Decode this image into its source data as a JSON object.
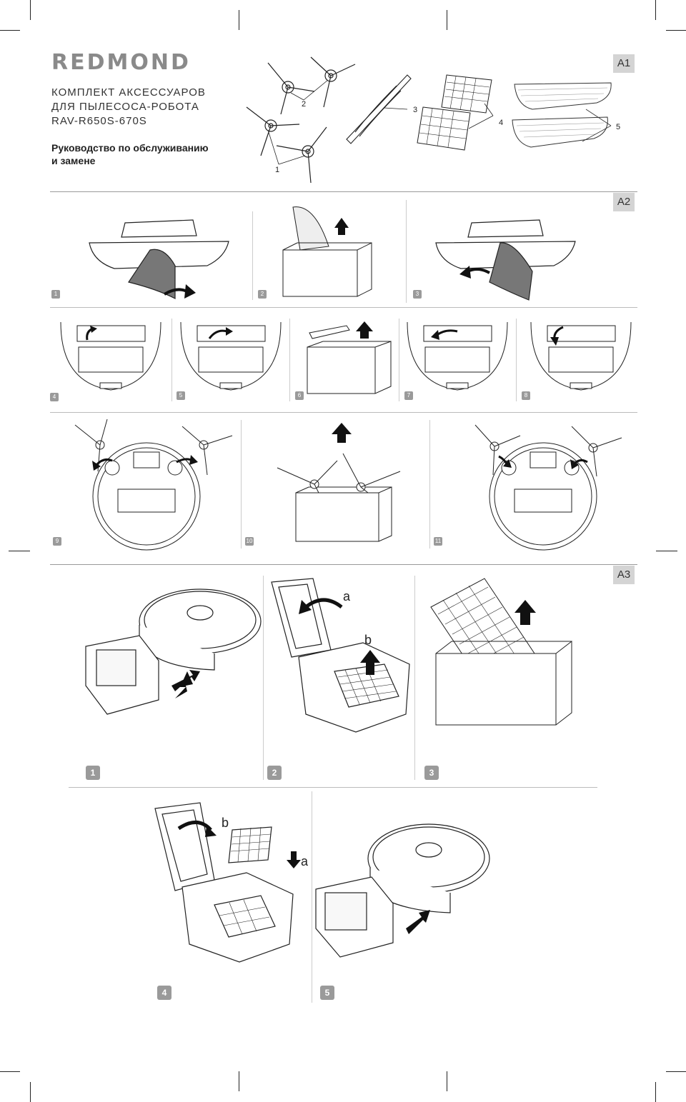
{
  "brand": "REDMOND",
  "title_lines": [
    "КОМПЛЕКТ АКСЕССУАРОВ",
    "ДЛЯ ПЫЛЕСОСА-РОБОТА",
    "RAV-R650S-670S"
  ],
  "subtitle_lines": [
    "Руководство по обслуживанию",
    "и замене"
  ],
  "sections": {
    "a1": "A1",
    "a2": "A2",
    "a3": "A3"
  },
  "a1_callouts": [
    "1",
    "2",
    "3",
    "4",
    "5"
  ],
  "a2_steps": [
    "1",
    "2",
    "3",
    "4",
    "5",
    "6",
    "7",
    "8",
    "9",
    "10",
    "11"
  ],
  "a3_steps": [
    "1",
    "2",
    "3",
    "4",
    "5"
  ],
  "a3_letters": {
    "a": "a",
    "b": "b"
  },
  "colors": {
    "tag_bg": "#d4d4d4",
    "step_bg": "#9a9a9a",
    "arrow": "#111111",
    "line": "#555555"
  }
}
